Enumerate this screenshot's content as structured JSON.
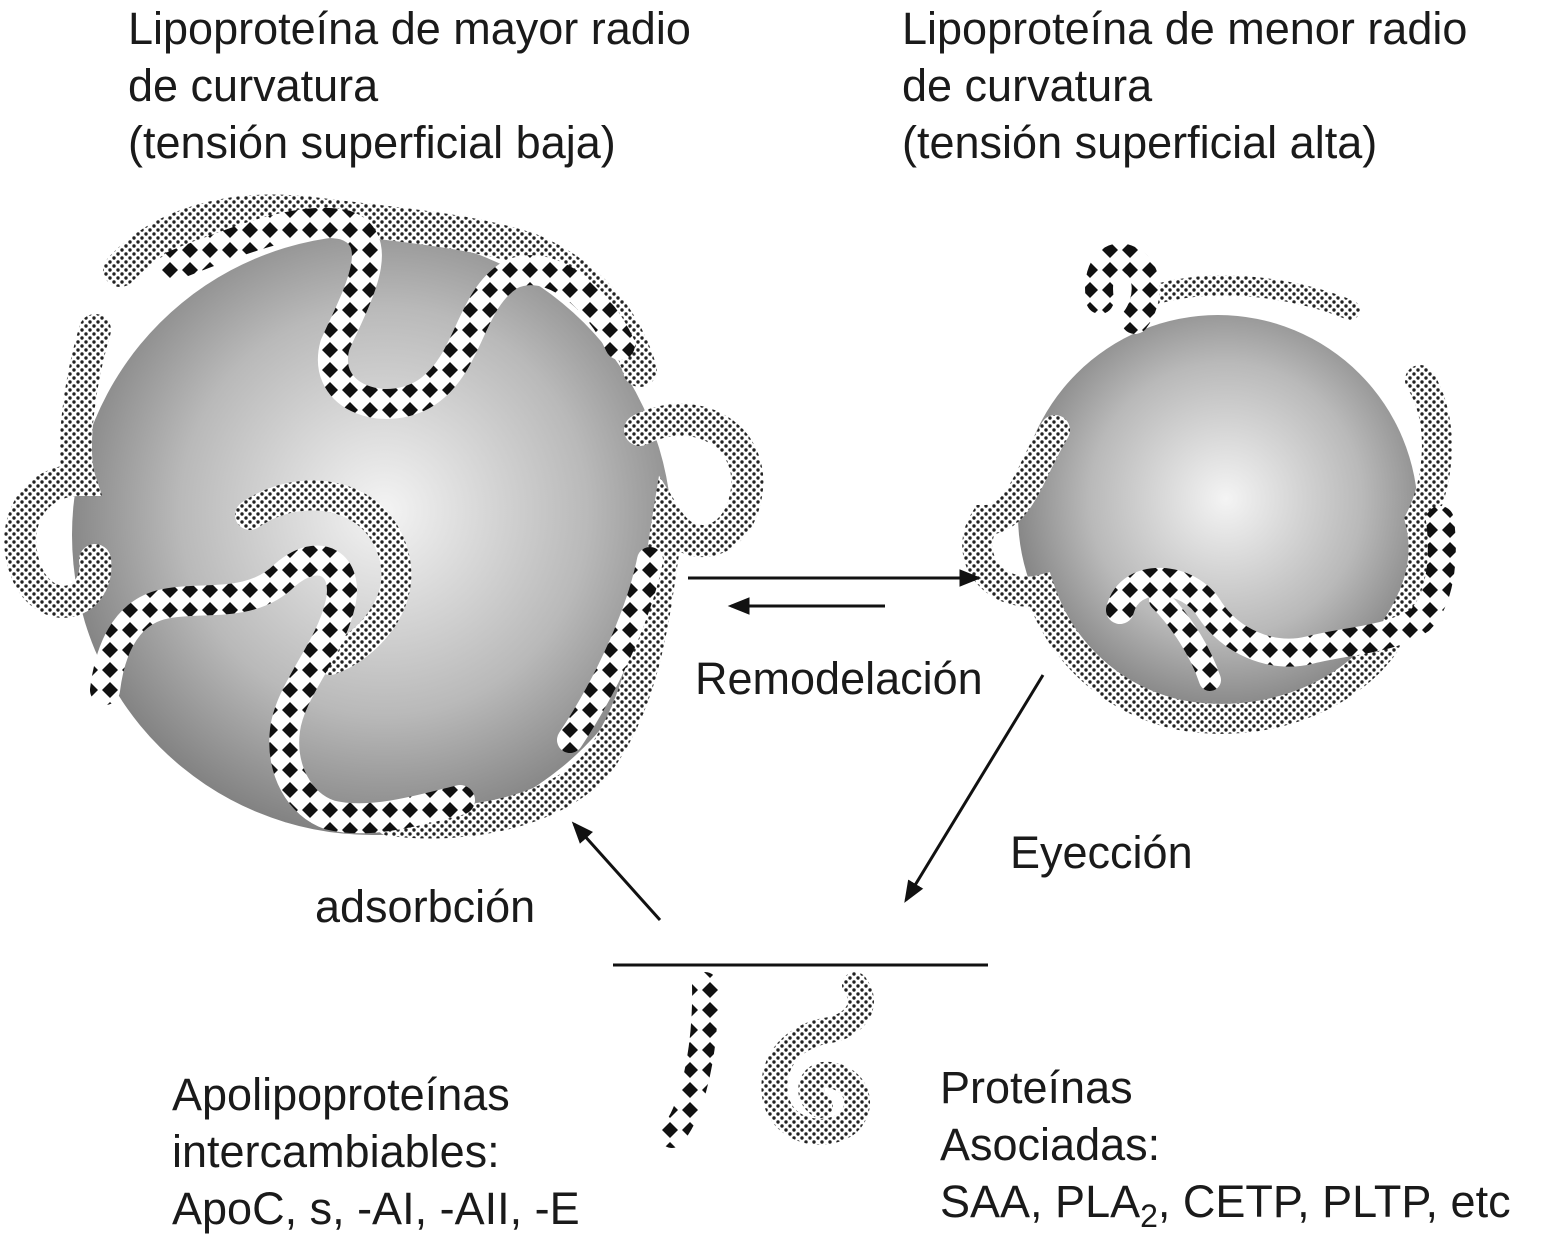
{
  "labels": {
    "large_lipoprotein": [
      "Lipoproteína de mayor radio",
      "de curvatura",
      "(tensión superficial baja)"
    ],
    "small_lipoprotein": [
      "Lipoproteína de menor radio",
      "de curvatura",
      "(tensión superficial alta)"
    ],
    "remodeling": "Remodelación",
    "ejection": "Eyección",
    "adsorption": "adsorbción",
    "exchangeable_apos": [
      "Apolipoproteínas",
      "intercambiables:",
      "ApoC, s, -AI, -AII, -E"
    ],
    "associated_proteins": {
      "line1": "Proteínas",
      "line2": "Asociadas:",
      "line3_before": "SAA, PLA",
      "line3_sub": "2",
      "line3_after": ", CETP, PLTP, etc"
    }
  },
  "colors": {
    "sphere_light": "#f4f4f4",
    "sphere_dark": "#6e6e6e",
    "ink": "#111111"
  }
}
